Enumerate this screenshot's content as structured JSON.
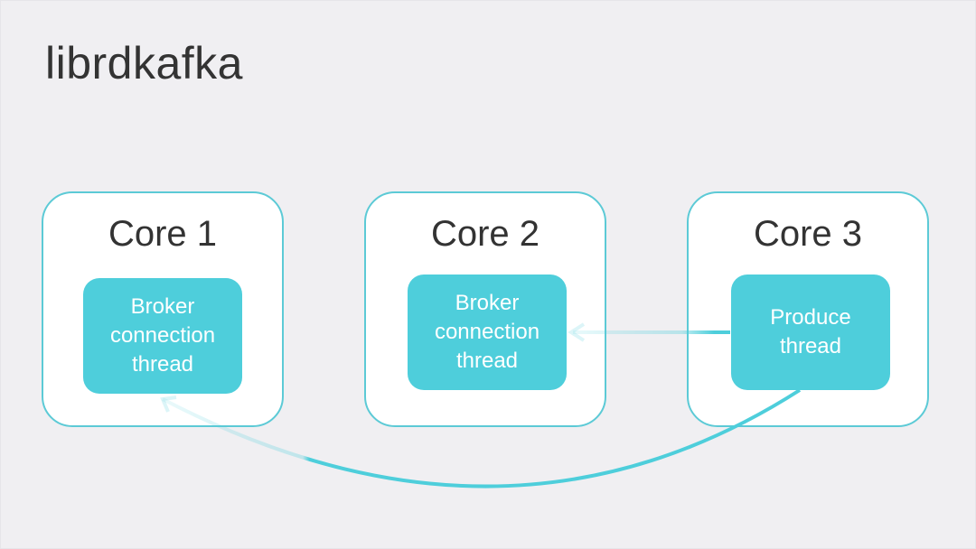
{
  "slide": {
    "title": "librdkafka"
  },
  "cores": [
    {
      "label": "Core 1",
      "thread": "Broker\nconnection\nthread"
    },
    {
      "label": "Core 2",
      "thread": "Broker\nconnection\nthread"
    },
    {
      "label": "Core 3",
      "thread": "Produce\nthread"
    }
  ],
  "colors": {
    "background": "#f0eff2",
    "core_border": "#5ccad6",
    "thread_fill": "#4ecedb",
    "arrow": "#4ecedb",
    "text": "#333333"
  },
  "arrows": [
    {
      "from": "core-3-thread",
      "to": "core-2-thread",
      "style": "straight"
    },
    {
      "from": "core-3-thread",
      "to": "core-1-thread",
      "style": "curved"
    }
  ]
}
